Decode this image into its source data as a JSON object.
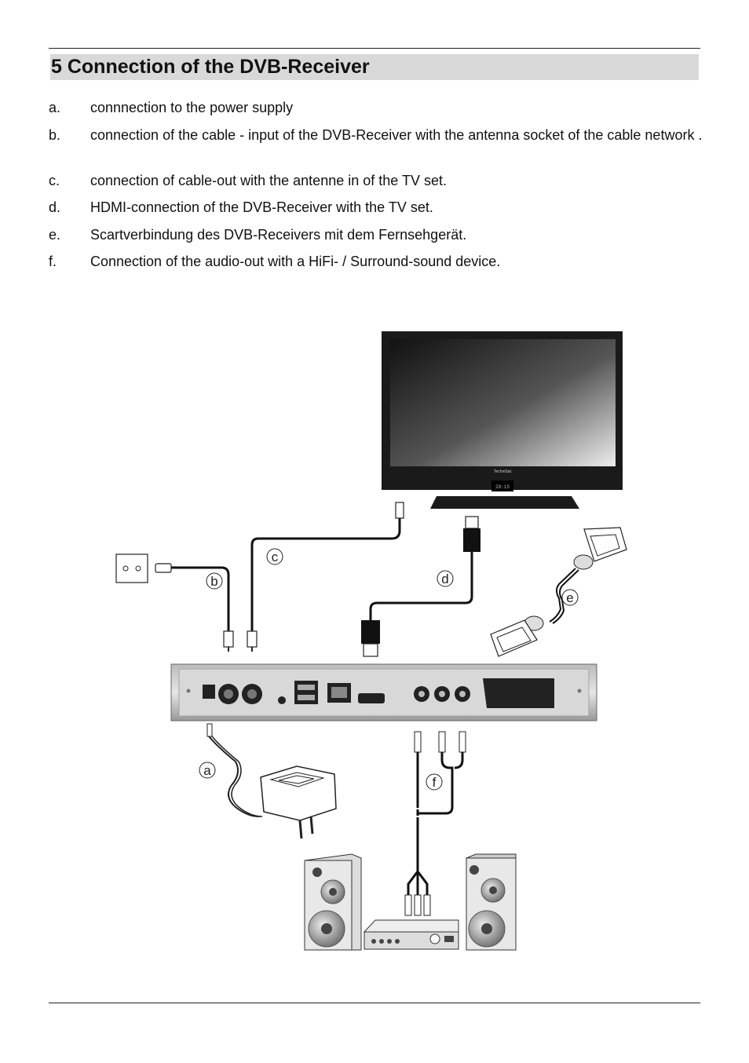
{
  "page": {
    "heading": "5 Connection of the DVB-Receiver"
  },
  "items": [
    {
      "letter": "a.",
      "text": "connnection to the power supply"
    },
    {
      "letter": "b.",
      "text": "connection of the cable - input of the DVB-Receiver with the antenna socket of the cable network ."
    },
    {
      "letter": "c.",
      "text": "connection of cable-out with the antenne in of the TV set."
    },
    {
      "letter": "d.",
      "text": "HDMI-connection of the DVB-Receiver with the TV set."
    },
    {
      "letter": "e.",
      "text": "Scartverbindung des DVB-Receivers mit dem Fernsehgerät."
    },
    {
      "letter": "f.",
      "text": "Connection of the audio-out with a HiFi- / Surround-sound device."
    }
  ],
  "diagram": {
    "labels": {
      "a": "a",
      "b": "b",
      "c": "c",
      "d": "d",
      "e": "e",
      "f": "f"
    },
    "tv_brand": "TechniSat",
    "tv_display": "28:15"
  }
}
